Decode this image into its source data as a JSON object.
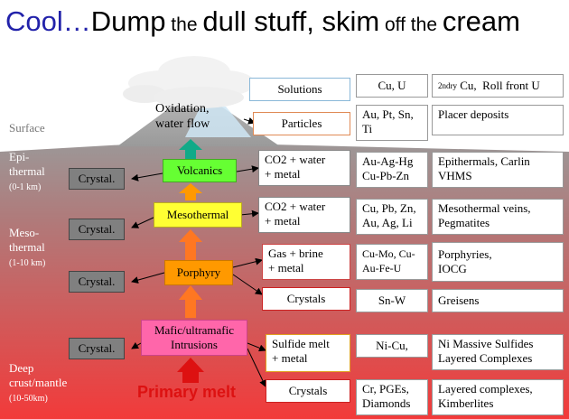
{
  "title": {
    "parts": [
      {
        "text": "Cool…",
        "style": "big-blue"
      },
      {
        "text": "Dump",
        "style": "big"
      },
      {
        "text": " the ",
        "style": "small"
      },
      {
        "text": "dull stuff, skim",
        "style": "big"
      },
      {
        "text": " off the ",
        "style": "small"
      },
      {
        "text": "cream",
        "style": "big"
      }
    ]
  },
  "depth_zones": {
    "surface": "Surface",
    "epi": {
      "name": "Epi-\nthermal",
      "range": "(0-1 km)"
    },
    "meso": {
      "name": "Meso-\nthermal",
      "range": "(1-10 km)"
    },
    "deep": {
      "name": "Deep\ncrust/mantle",
      "range": "(10-50km)"
    }
  },
  "sources": {
    "cloud": "Oxidation,\nwater flow",
    "volcanics": "Volcanics",
    "mesothermal": "Mesothermal",
    "porphyry": "Porphyry",
    "mafic": "Mafic/ultramafic\nIntrusions",
    "primary_melt": "Primary melt"
  },
  "crystal_label": "Crystal.",
  "fluids": {
    "solutions": "Solutions",
    "particles": "Particles",
    "co2_epi": "CO2 + water\n+ metal",
    "co2_meso": "CO2 + water\n+ metal",
    "gas_brine": "Gas + brine\n+ metal",
    "crystals_porph": "Crystals",
    "sulfide": "Sulfide melt\n+ metal",
    "crystals_deep": "Crystals"
  },
  "metals": {
    "solutions": "Cu, U",
    "particles": "Au, Pt, Sn,\nTi",
    "epithermal": "Au-Ag-Hg\nCu-Pb-Zn",
    "mesothermal": "Cu, Pb, Zn,\nAu, Ag, Li",
    "porphyry": "Cu-Mo,   Cu-\nAu-Fe-U",
    "greisen": "Sn-W",
    "sulfide": "Ni-Cu,",
    "crystals": "Cr, PGEs,\nDiamonds"
  },
  "deposits": {
    "solutions": {
      "sub": "2ndry",
      "rest": " Cu,  Roll front U"
    },
    "particles": "Placer deposits",
    "epithermal": "Epithermals, Carlin\nVHMS",
    "mesothermal": "Mesothermal veins,\nPegmatites",
    "porphyry": "Porphyries,\nIOCG",
    "greisen": "Greisens",
    "sulfide": "Ni Massive Sulfides\nLayered Complexes",
    "crystals": "Layered complexes,\nKimberlites"
  },
  "colors": {
    "ground_top": "#8a8a8a",
    "ground_mid": "#c76a6a",
    "ground_bottom": "#f23a3a",
    "volcanics": "#66ff33",
    "mesothermal": "#ffff33",
    "porphyry": "#ff9900",
    "mafic": "#ff66aa",
    "primary_melt": "#dd1111",
    "crystal_box": "#808080",
    "arrow_up_teal": "#11aa88"
  }
}
